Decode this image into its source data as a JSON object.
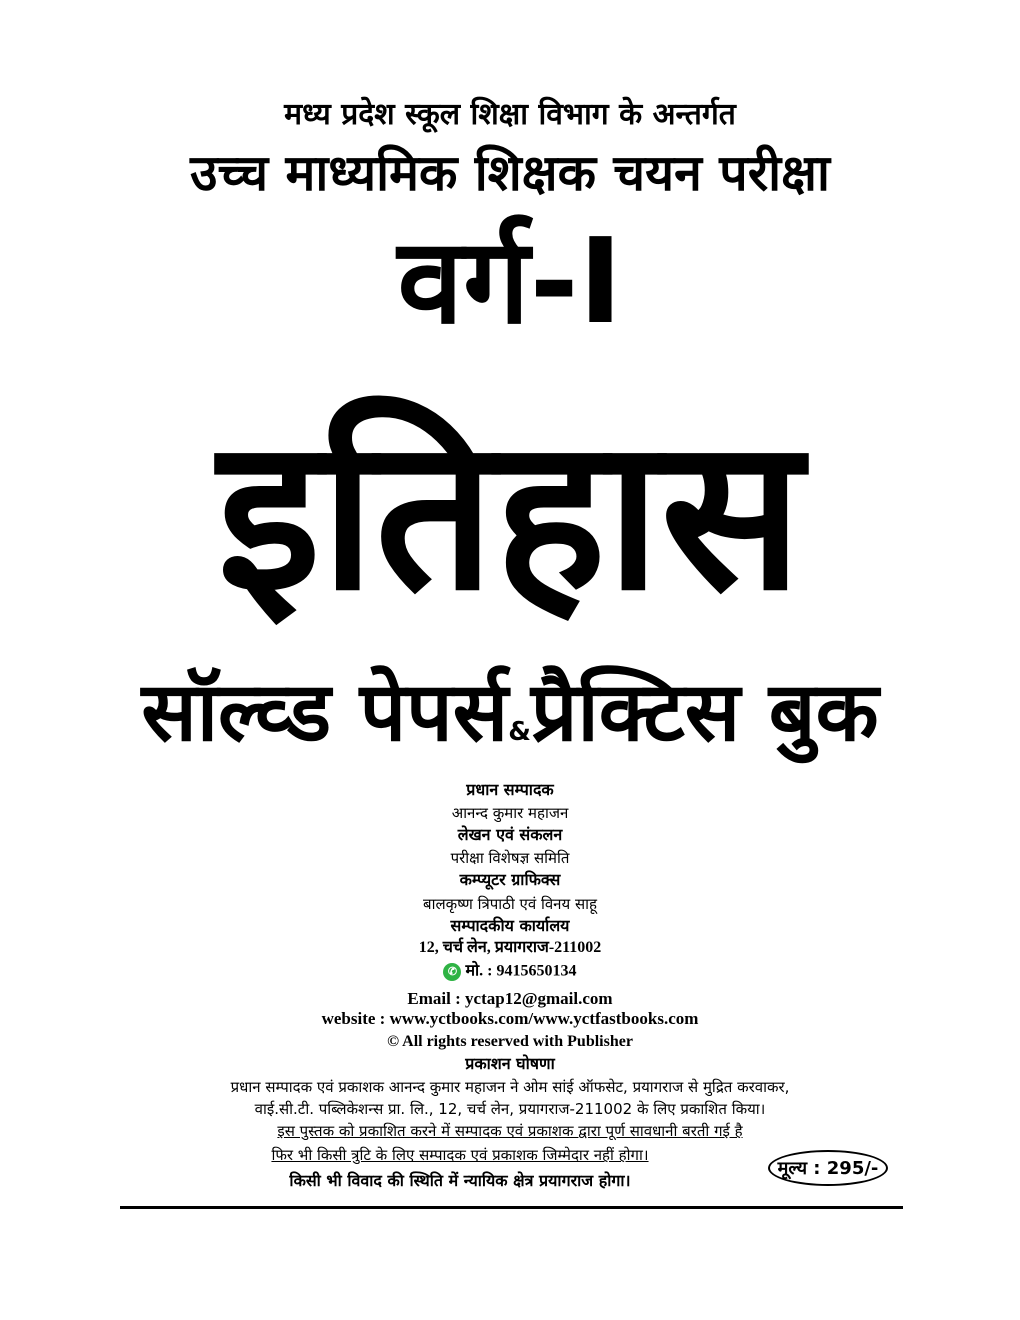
{
  "header": {
    "line1": "मध्य प्रदेश स्कूल शिक्षा विभाग के अन्तर्गत",
    "line2": "उच्च माध्यमिक शिक्षक चयन परीक्षा",
    "grade": "वर्ग-I",
    "subject": "इतिहास",
    "series_part1": "सॉल्व्ड पेपर्स",
    "series_amp": "&",
    "series_part2": "प्रैक्टिस बुक"
  },
  "credits": {
    "chief_editor_label": "प्रधान सम्पादक",
    "chief_editor": "आनन्द कुमार महाजन",
    "writing_label": "लेखन एवं संकलन",
    "writing": "परीक्षा विशेषज्ञ समिति",
    "graphics_label": "कम्प्यूटर ग्राफिक्स",
    "graphics": "बालकृष्ण त्रिपाठी एवं विनय साहू",
    "office_label": "सम्पादकीय कार्यालय",
    "address": "12, चर्च लेन, प्रयागराज-211002",
    "mobile": "मो. : 9415650134",
    "email": "Email : yctap12@gmail.com",
    "website": "website : www.yctbooks.com/www.yctfastbooks.com",
    "rights": "© All rights reserved with Publisher"
  },
  "declaration": {
    "label": "प्रकाशन घोषणा",
    "line1": "प्रधान सम्पादक एवं प्रकाशक आनन्द कुमार महाजन ने ओम सांई ऑफसेट, प्रयागराज से मुद्रित करवाकर,",
    "line2": "वाई.सी.टी. पब्लिकेशन्स प्रा. लि., 12, चर्च लेन, प्रयागराज-211002 के लिए प्रकाशित किया।",
    "line3": "इस पुस्तक को प्रकाशित करने में सम्पादक एवं प्रकाशक द्वारा पूर्ण सावधानी बरती गई है",
    "line4": "फिर भी किसी त्रुटि के लिए सम्पादक एवं प्रकाशक जिम्मेदार नहीं होगा।",
    "line5": "किसी भी विवाद की स्थिति में न्यायिक क्षेत्र प्रयागराज होगा।"
  },
  "price": "मूल्य : 295/-",
  "icons": {
    "whatsapp": "whatsapp-icon"
  }
}
